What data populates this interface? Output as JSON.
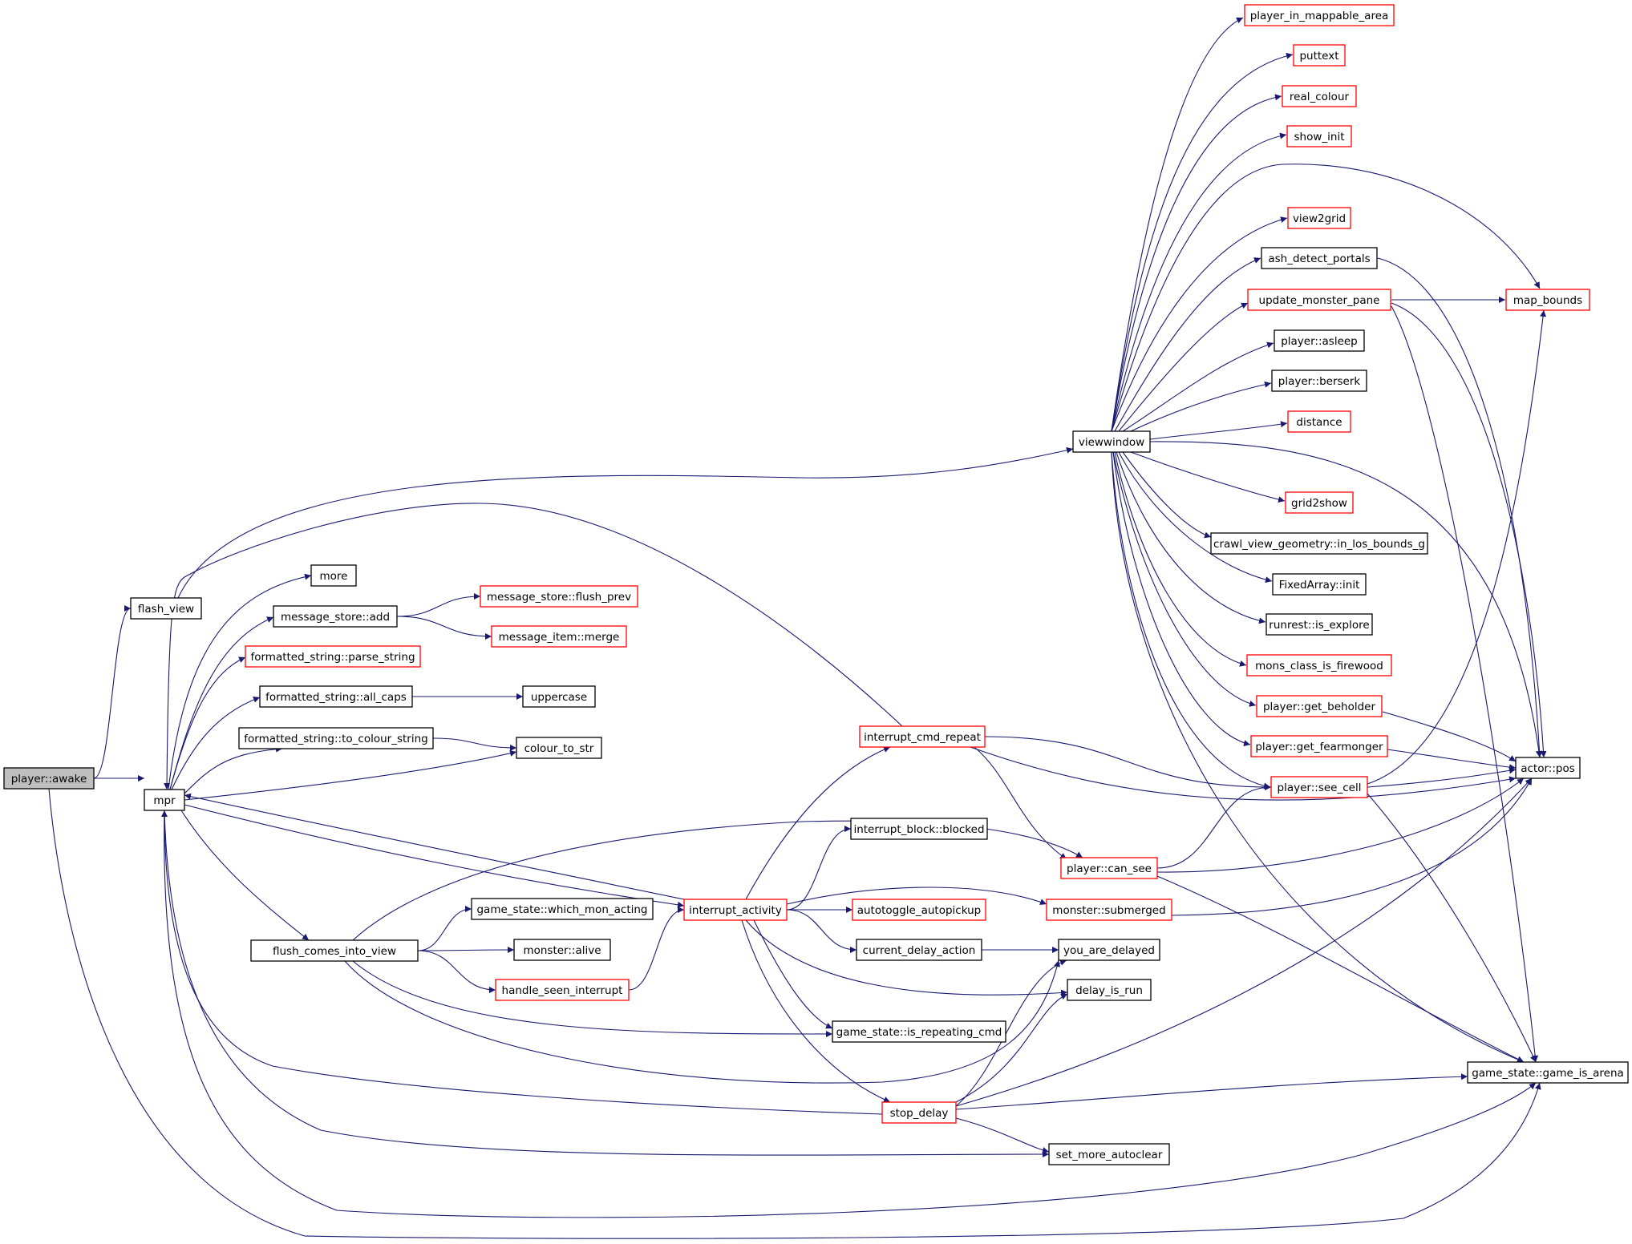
{
  "diagram": {
    "colors": {
      "edge": "#191970",
      "linked_border": "#ff0000",
      "plain_border": "#000000",
      "root_fill": "#bfbfbf"
    },
    "nodes": [
      {
        "id": "awake",
        "label": "player::awake",
        "style": "root"
      },
      {
        "id": "flash_view",
        "label": "flash_view",
        "style": "black"
      },
      {
        "id": "mpr",
        "label": "mpr",
        "style": "black"
      },
      {
        "id": "more",
        "label": "more",
        "style": "black"
      },
      {
        "id": "ms_add",
        "label": "message_store::add",
        "style": "black"
      },
      {
        "id": "ms_flush_prev",
        "label": "message_store::flush_prev",
        "style": "red"
      },
      {
        "id": "mi_merge",
        "label": "message_item::merge",
        "style": "red"
      },
      {
        "id": "fs_parse",
        "label": "formatted_string::parse_string",
        "style": "red"
      },
      {
        "id": "fs_all_caps",
        "label": "formatted_string::all_caps",
        "style": "black"
      },
      {
        "id": "uppercase",
        "label": "uppercase",
        "style": "black"
      },
      {
        "id": "fs_to_colour",
        "label": "formatted_string::to_colour_string",
        "style": "black"
      },
      {
        "id": "colour_to_str",
        "label": "colour_to_str",
        "style": "black"
      },
      {
        "id": "flush_comes",
        "label": "flush_comes_into_view",
        "style": "black"
      },
      {
        "id": "gs_which_mon",
        "label": "game_state::which_mon_acting",
        "style": "black"
      },
      {
        "id": "monster_alive",
        "label": "monster::alive",
        "style": "black"
      },
      {
        "id": "handle_seen",
        "label": "handle_seen_interrupt",
        "style": "red"
      },
      {
        "id": "interrupt_cmd",
        "label": "interrupt_cmd_repeat",
        "style": "red"
      },
      {
        "id": "interrupt_block",
        "label": "interrupt_block::blocked",
        "style": "black"
      },
      {
        "id": "interrupt_activity",
        "label": "interrupt_activity",
        "style": "red"
      },
      {
        "id": "autotoggle",
        "label": "autotoggle_autopickup",
        "style": "red"
      },
      {
        "id": "current_delay",
        "label": "current_delay_action",
        "style": "black"
      },
      {
        "id": "gs_is_repeating",
        "label": "game_state::is_repeating_cmd",
        "style": "black"
      },
      {
        "id": "stop_delay",
        "label": "stop_delay",
        "style": "red"
      },
      {
        "id": "viewwindow",
        "label": "viewwindow",
        "style": "black"
      },
      {
        "id": "player_can_see",
        "label": "player::can_see",
        "style": "red"
      },
      {
        "id": "monster_submerged",
        "label": "monster::submerged",
        "style": "red"
      },
      {
        "id": "you_are_delayed",
        "label": "you_are_delayed",
        "style": "black"
      },
      {
        "id": "delay_is_run",
        "label": "delay_is_run",
        "style": "black"
      },
      {
        "id": "set_more_autoclear",
        "label": "set_more_autoclear",
        "style": "black"
      },
      {
        "id": "player_in_mappable",
        "label": "player_in_mappable_area",
        "style": "red"
      },
      {
        "id": "puttext",
        "label": "puttext",
        "style": "red"
      },
      {
        "id": "real_colour",
        "label": "real_colour",
        "style": "red"
      },
      {
        "id": "show_init",
        "label": "show_init",
        "style": "red"
      },
      {
        "id": "view2grid",
        "label": "view2grid",
        "style": "red"
      },
      {
        "id": "ash_detect",
        "label": "ash_detect_portals",
        "style": "black"
      },
      {
        "id": "update_monster_pane",
        "label": "update_monster_pane",
        "style": "red"
      },
      {
        "id": "player_asleep",
        "label": "player::asleep",
        "style": "black"
      },
      {
        "id": "player_berserk",
        "label": "player::berserk",
        "style": "black"
      },
      {
        "id": "distance",
        "label": "distance",
        "style": "red"
      },
      {
        "id": "grid2show",
        "label": "grid2show",
        "style": "red"
      },
      {
        "id": "crawl_view_geom",
        "label": "crawl_view_geometry::in_los_bounds_g",
        "style": "black"
      },
      {
        "id": "fixedarray_init",
        "label": "FixedArray::init",
        "style": "black"
      },
      {
        "id": "runrest_explore",
        "label": "runrest::is_explore",
        "style": "black"
      },
      {
        "id": "mons_class_firewood",
        "label": "mons_class_is_firewood",
        "style": "red"
      },
      {
        "id": "player_get_beholder",
        "label": "player::get_beholder",
        "style": "red"
      },
      {
        "id": "player_get_fearmonger",
        "label": "player::get_fearmonger",
        "style": "red"
      },
      {
        "id": "player_see_cell",
        "label": "player::see_cell",
        "style": "red"
      },
      {
        "id": "map_bounds",
        "label": "map_bounds",
        "style": "red"
      },
      {
        "id": "actor_pos",
        "label": "actor::pos",
        "style": "black"
      },
      {
        "id": "gs_game_is_arena",
        "label": "game_state::game_is_arena",
        "style": "black"
      }
    ],
    "edges": [
      [
        "awake",
        "flash_view"
      ],
      [
        "awake",
        "mpr"
      ],
      [
        "awake",
        "gs_game_is_arena"
      ],
      [
        "flash_view",
        "viewwindow"
      ],
      [
        "mpr",
        "more"
      ],
      [
        "mpr",
        "ms_add"
      ],
      [
        "mpr",
        "fs_parse"
      ],
      [
        "mpr",
        "fs_all_caps"
      ],
      [
        "mpr",
        "fs_to_colour"
      ],
      [
        "mpr",
        "colour_to_str"
      ],
      [
        "mpr",
        "flush_comes"
      ],
      [
        "mpr",
        "interrupt_activity"
      ],
      [
        "mpr",
        "set_more_autoclear"
      ],
      [
        "mpr",
        "gs_game_is_arena"
      ],
      [
        "ms_add",
        "ms_flush_prev"
      ],
      [
        "ms_add",
        "mi_merge"
      ],
      [
        "fs_all_caps",
        "uppercase"
      ],
      [
        "fs_to_colour",
        "colour_to_str"
      ],
      [
        "flush_comes",
        "gs_which_mon"
      ],
      [
        "flush_comes",
        "monster_alive"
      ],
      [
        "flush_comes",
        "handle_seen"
      ],
      [
        "flush_comes",
        "player_can_see"
      ],
      [
        "flush_comes",
        "gs_is_repeating"
      ],
      [
        "flush_comes",
        "you_are_delayed"
      ],
      [
        "handle_seen",
        "interrupt_activity"
      ],
      [
        "interrupt_activity",
        "mpr"
      ],
      [
        "interrupt_activity",
        "interrupt_cmd"
      ],
      [
        "interrupt_activity",
        "interrupt_block"
      ],
      [
        "interrupt_activity",
        "monster_submerged"
      ],
      [
        "interrupt_activity",
        "autotoggle"
      ],
      [
        "interrupt_activity",
        "current_delay"
      ],
      [
        "interrupt_activity",
        "delay_is_run"
      ],
      [
        "interrupt_activity",
        "gs_is_repeating"
      ],
      [
        "interrupt_activity",
        "stop_delay"
      ],
      [
        "interrupt_cmd",
        "mpr"
      ],
      [
        "interrupt_cmd",
        "player_see_cell"
      ],
      [
        "interrupt_cmd",
        "player_can_see"
      ],
      [
        "interrupt_cmd",
        "actor_pos"
      ],
      [
        "current_delay",
        "you_are_delayed"
      ],
      [
        "stop_delay",
        "mpr"
      ],
      [
        "stop_delay",
        "you_are_delayed"
      ],
      [
        "stop_delay",
        "delay_is_run"
      ],
      [
        "stop_delay",
        "set_more_autoclear"
      ],
      [
        "stop_delay",
        "gs_game_is_arena"
      ],
      [
        "stop_delay",
        "actor_pos"
      ],
      [
        "player_can_see",
        "player_see_cell"
      ],
      [
        "player_can_see",
        "actor_pos"
      ],
      [
        "player_can_see",
        "gs_game_is_arena"
      ],
      [
        "monster_submerged",
        "actor_pos"
      ],
      [
        "viewwindow",
        "player_in_mappable"
      ],
      [
        "viewwindow",
        "puttext"
      ],
      [
        "viewwindow",
        "real_colour"
      ],
      [
        "viewwindow",
        "show_init"
      ],
      [
        "viewwindow",
        "map_bounds"
      ],
      [
        "viewwindow",
        "view2grid"
      ],
      [
        "viewwindow",
        "ash_detect"
      ],
      [
        "viewwindow",
        "update_monster_pane"
      ],
      [
        "viewwindow",
        "player_asleep"
      ],
      [
        "viewwindow",
        "player_berserk"
      ],
      [
        "viewwindow",
        "distance"
      ],
      [
        "viewwindow",
        "actor_pos"
      ],
      [
        "viewwindow",
        "grid2show"
      ],
      [
        "viewwindow",
        "crawl_view_geom"
      ],
      [
        "viewwindow",
        "fixedarray_init"
      ],
      [
        "viewwindow",
        "runrest_explore"
      ],
      [
        "viewwindow",
        "mons_class_firewood"
      ],
      [
        "viewwindow",
        "player_get_beholder"
      ],
      [
        "viewwindow",
        "player_get_fearmonger"
      ],
      [
        "viewwindow",
        "player_see_cell"
      ],
      [
        "viewwindow",
        "gs_game_is_arena"
      ],
      [
        "ash_detect",
        "actor_pos"
      ],
      [
        "update_monster_pane",
        "map_bounds"
      ],
      [
        "update_monster_pane",
        "actor_pos"
      ],
      [
        "update_monster_pane",
        "gs_game_is_arena"
      ],
      [
        "player_get_beholder",
        "actor_pos"
      ],
      [
        "player_get_fearmonger",
        "actor_pos"
      ],
      [
        "player_see_cell",
        "map_bounds"
      ],
      [
        "player_see_cell",
        "actor_pos"
      ],
      [
        "player_see_cell",
        "gs_game_is_arena"
      ]
    ]
  }
}
